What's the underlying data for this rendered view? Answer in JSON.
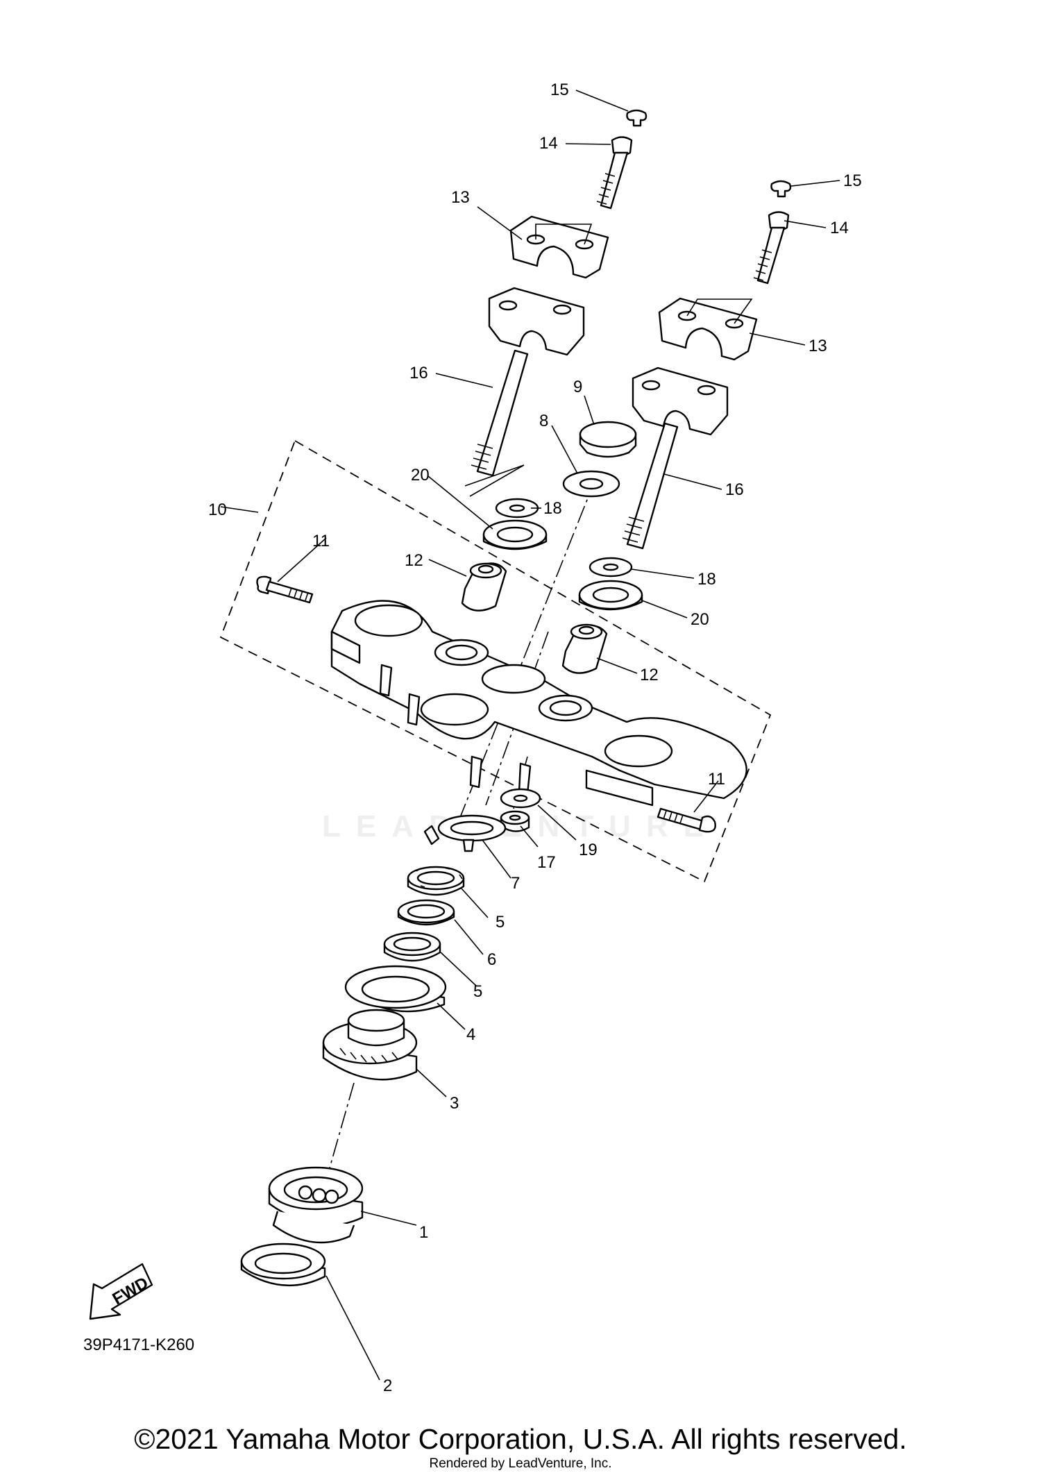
{
  "diagram_code": "39P4171-K260",
  "copyright": "©2021 Yamaha Motor Corporation, U.S.A. All rights reserved.",
  "rendered_by": "Rendered by LeadVenture, Inc.",
  "watermark": "LEADVENTURE",
  "fwd_label": "FWD",
  "callouts": {
    "c1": "1",
    "c2": "2",
    "c3": "3",
    "c4": "4",
    "c5a": "5",
    "c5b": "5",
    "c6": "6",
    "c7": "7",
    "c8": "8",
    "c9": "9",
    "c10": "10",
    "c11a": "11",
    "c11b": "11",
    "c12a": "12",
    "c12b": "12",
    "c13a": "13",
    "c13b": "13",
    "c14a": "14",
    "c14b": "14",
    "c15a": "15",
    "c15b": "15",
    "c16a": "16",
    "c16b": "16",
    "c17": "17",
    "c18a": "18",
    "c18b": "18",
    "c19": "19",
    "c20a": "20",
    "c20b": "20"
  }
}
